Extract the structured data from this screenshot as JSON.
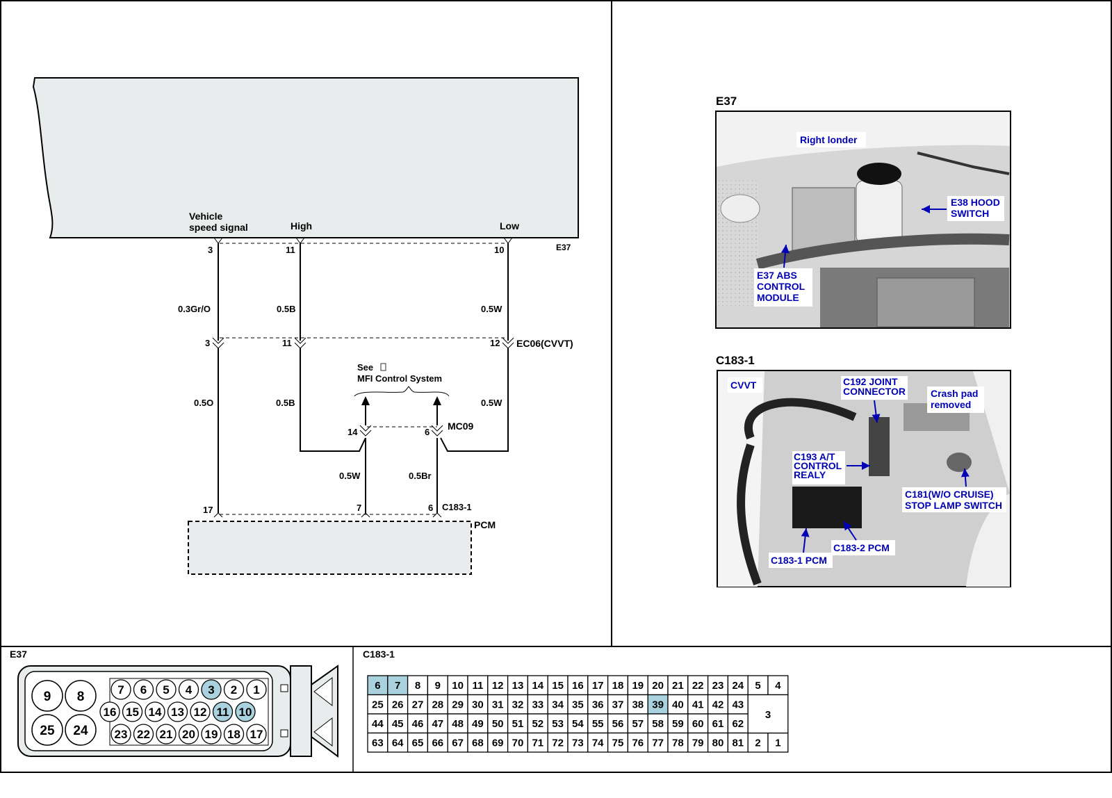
{
  "schematic": {
    "module_labels": {
      "vss_line1": "Vehicle",
      "vss_line2": "speed signal",
      "high": "High",
      "low": "Low"
    },
    "connectors": {
      "e37": "E37",
      "ec06": "EC06(CVVT)",
      "mc09": "MC09",
      "c183": "C183-1",
      "pcm": "PCM"
    },
    "pins": {
      "e37_vss": "3",
      "e37_high": "11",
      "e37_low": "10",
      "ec06_vss": "3",
      "ec06_high": "11",
      "ec06_low": "12",
      "mc09_a": "14",
      "mc09_b": "6",
      "c183_vss": "17",
      "c183_a": "7",
      "c183_b": "6"
    },
    "wires": {
      "vss_upper": "0.3Gr/O",
      "high_upper": "0.5B",
      "low_upper": "0.5W",
      "vss_lower": "0.5O",
      "high_lower": "0.5B",
      "low_lower": "0.5W",
      "mc_a": "0.5W",
      "mc_b": "0.5Br"
    },
    "note": {
      "line1": "See ",
      "line2": "MFI Control System"
    }
  },
  "photos": {
    "e37": {
      "title": "E37",
      "labels": {
        "right_fender": "Right londer",
        "hood_1": "E38 HOOD",
        "hood_2": "SWITCH",
        "abs_1": "E37 ABS",
        "abs_2": "CONTROL",
        "abs_3": "MODULE"
      }
    },
    "c183": {
      "title": "C183-1",
      "labels": {
        "cvvt": "CVVT",
        "joint_1": "C192 JOINT",
        "joint_2": "CONNECTOR",
        "crash_1": "Crash pad",
        "crash_2": "removed",
        "relay_1": "C193 A/T",
        "relay_2": "CONTROL",
        "relay_3": "REALY",
        "stop_1": "C181(W/O CRUISE)",
        "stop_2": "STOP LAMP SWITCH",
        "pcm2": "C183-2 PCM",
        "pcm1": "C183-1 PCM"
      }
    }
  },
  "pinouts": {
    "e37": {
      "title": "E37",
      "big_pins": [
        "9",
        "8",
        "25",
        "24"
      ],
      "row1": [
        "7",
        "6",
        "5",
        "4",
        "3",
        "2",
        "1"
      ],
      "row2": [
        "16",
        "15",
        "14",
        "13",
        "12",
        "11",
        "10"
      ],
      "row3": [
        "23",
        "22",
        "21",
        "20",
        "19",
        "18",
        "17"
      ],
      "highlight": [
        "3",
        "11",
        "10"
      ]
    },
    "c183": {
      "title": "C183-1",
      "rows": [
        [
          "6",
          "7",
          "8",
          "9",
          "10",
          "11",
          "12",
          "13",
          "14",
          "15",
          "16",
          "17",
          "18",
          "19",
          "20",
          "21",
          "22",
          "23",
          "24"
        ],
        [
          "25",
          "26",
          "27",
          "28",
          "29",
          "30",
          "31",
          "32",
          "33",
          "34",
          "35",
          "36",
          "37",
          "38",
          "39",
          "40",
          "41",
          "42",
          "43"
        ],
        [
          "44",
          "45",
          "46",
          "47",
          "48",
          "49",
          "50",
          "51",
          "52",
          "53",
          "54",
          "55",
          "56",
          "57",
          "58",
          "59",
          "60",
          "61",
          "62"
        ],
        [
          "63",
          "64",
          "65",
          "66",
          "67",
          "68",
          "69",
          "70",
          "71",
          "72",
          "73",
          "74",
          "75",
          "76",
          "77",
          "78",
          "79",
          "80",
          "81"
        ]
      ],
      "side_top": [
        "5",
        "4"
      ],
      "side_mid": "3",
      "side_bottom": [
        "2",
        "1"
      ],
      "highlight": [
        "6",
        "7",
        "39"
      ]
    }
  },
  "colors": {
    "module_fill": "#e8ecec",
    "highlight": "#a9d2de",
    "label_blue": "#0000b4"
  }
}
